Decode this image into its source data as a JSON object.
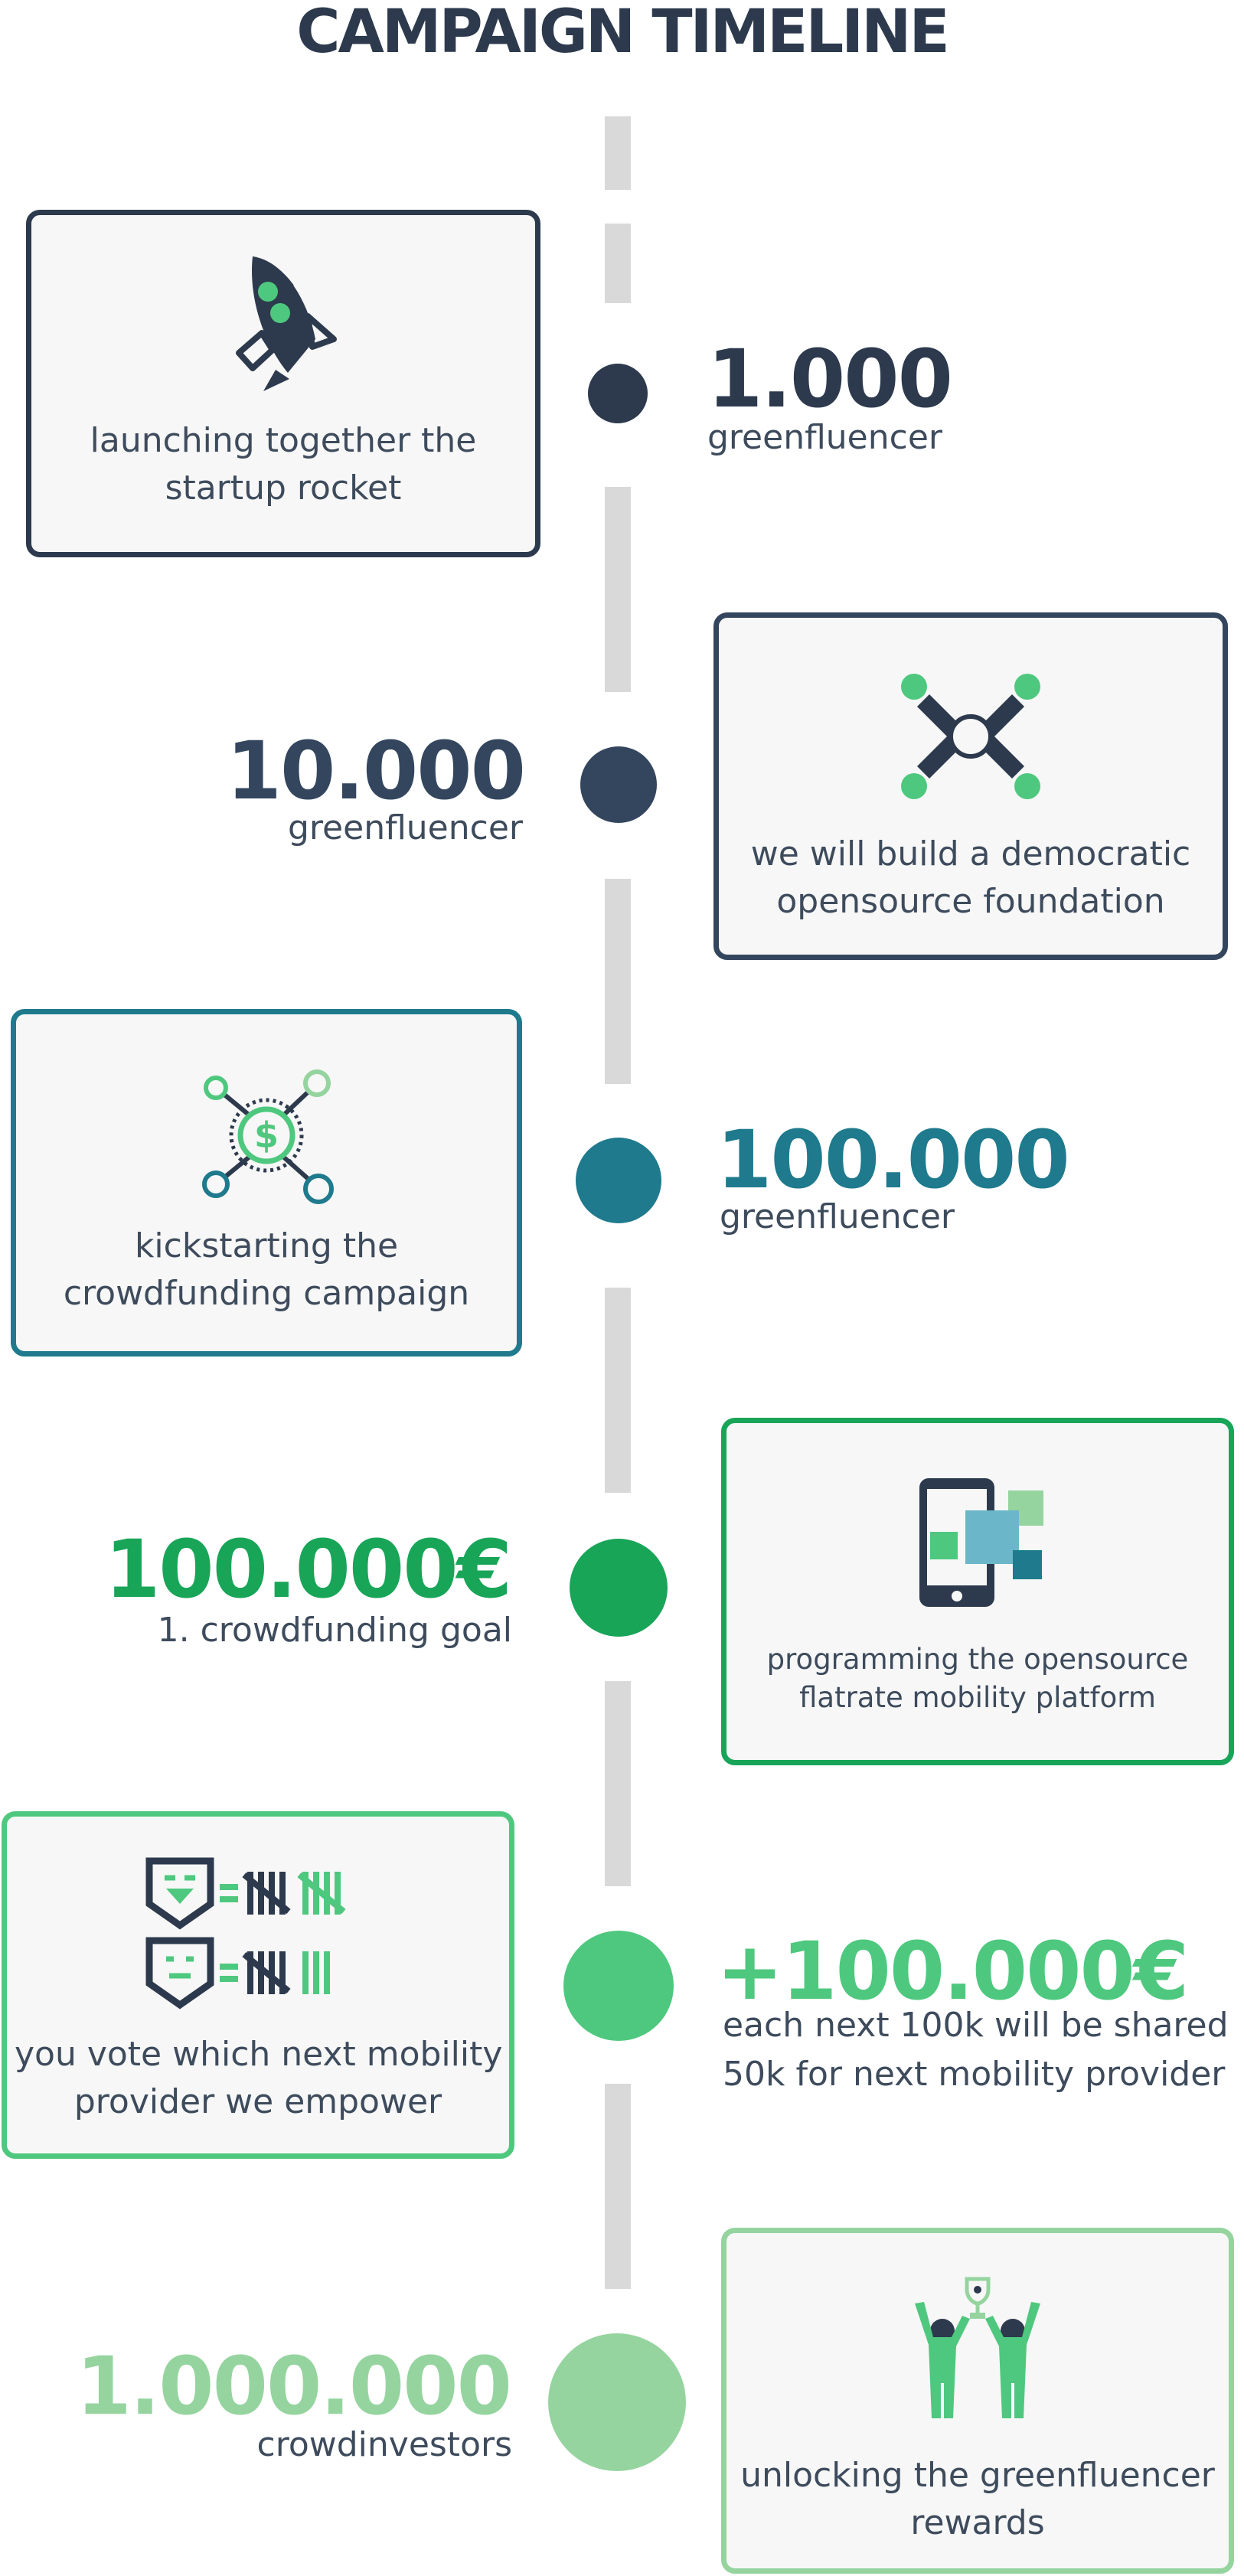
{
  "title": "CAMPAIGN TIMELINE",
  "colors": {
    "dark": "#2d3a4d",
    "navy": "#34465e",
    "teal": "#1e7a8c",
    "green": "#18a558",
    "mid_green": "#4ec87e",
    "light_green": "#95d49f",
    "timeline": "#d9d9d9"
  },
  "milestones": [
    {
      "number": "1.000",
      "label": "greenfluencer",
      "card_lines": [
        "launching together the",
        "startup rocket"
      ],
      "icon": "rocket-icon"
    },
    {
      "number": "10.000",
      "label": "greenfluencer",
      "card_lines": [
        "we will build a democratic",
        "opensource foundation"
      ],
      "icon": "hands-icon"
    },
    {
      "number": "100.000",
      "label": "greenfluencer",
      "card_lines": [
        "kickstarting the",
        "crowdfunding campaign"
      ],
      "icon": "money-network-icon"
    },
    {
      "number": "100.000€",
      "label": "1. crowdfunding goal",
      "card_lines": [
        "programming the opensource",
        "flatrate mobility platform"
      ],
      "icon": "phone-apps-icon"
    },
    {
      "number": "+100.000€",
      "label_lines": [
        "each next 100k will be shared",
        "50k for next mobility provider"
      ],
      "card_lines": [
        "you vote which next mobility",
        "provider we empower"
      ],
      "icon": "vote-tally-icon"
    },
    {
      "number": "1.000.000",
      "label": "crowdinvestors",
      "card_lines": [
        "unlocking the greenfluencer",
        "rewards"
      ],
      "icon": "winners-trophy-icon"
    }
  ]
}
